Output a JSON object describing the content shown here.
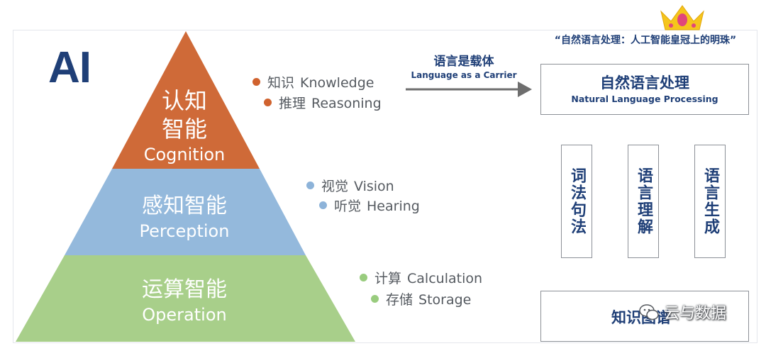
{
  "logo": {
    "text": "AI"
  },
  "pyramid": {
    "top": {
      "zh_line1": "认知",
      "zh_line2": "智能",
      "en": "Cognition",
      "color": "#cf6a38"
    },
    "middle": {
      "zh": "感知智能",
      "en": "Perception",
      "color": "#94b9dc"
    },
    "bottom": {
      "zh": "运算智能",
      "en": "Operation",
      "color": "#a8cf8a"
    }
  },
  "bullets": {
    "cognition": [
      {
        "zh": "知识",
        "en": "Knowledge"
      },
      {
        "zh": "推理",
        "en": "Reasoning"
      }
    ],
    "perception": [
      {
        "zh": "视觉",
        "en": "Vision"
      },
      {
        "zh": "听觉",
        "en": "Hearing"
      }
    ],
    "operation": [
      {
        "zh": "计算",
        "en": "Calculation"
      },
      {
        "zh": "存储",
        "en": "Storage"
      }
    ]
  },
  "colors": {
    "cognition_dot": "#d0622e",
    "perception_dot": "#8db3d9",
    "operation_dot": "#99cc7e",
    "accent_text": "#1f3f77"
  },
  "arrow": {
    "zh": "语言是载体",
    "en": "Language as a Carrier"
  },
  "quote": "“自然语言处理：人工智能皇冠上的明珠”",
  "nlp": {
    "zh": "自然语言处理",
    "en": "Natural Language Processing"
  },
  "sub_boxes": [
    "词法句法",
    "语言理解",
    "语言生成"
  ],
  "knowledge_graph": {
    "title": "知识图谱"
  },
  "watermark": {
    "text": "云与数据",
    "icon": "wechat-icon"
  },
  "crown_icon": "crown-icon"
}
